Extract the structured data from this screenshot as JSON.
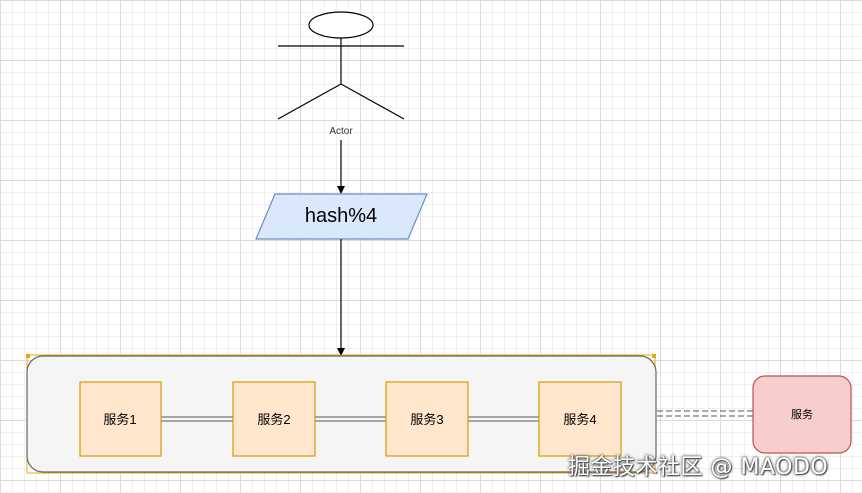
{
  "actor": {
    "label": "Actor"
  },
  "hash_node": {
    "label": "hash%4",
    "color": "#dae8fc",
    "stroke": "#6c8ebf"
  },
  "group": {
    "fill": "#f5f5f5",
    "stroke": "#666666",
    "handle_color": "#f0a30a"
  },
  "services": [
    {
      "label": "服务1"
    },
    {
      "label": "服务2"
    },
    {
      "label": "服务3"
    },
    {
      "label": "服务4"
    }
  ],
  "service_colors": {
    "fill": "#ffe6cc",
    "stroke": "#d79b00"
  },
  "external_service": {
    "label": "服务",
    "fill": "#f8cecc",
    "stroke": "#b85450"
  },
  "watermark": {
    "text": "掘金技术社区 @ MAODO"
  }
}
